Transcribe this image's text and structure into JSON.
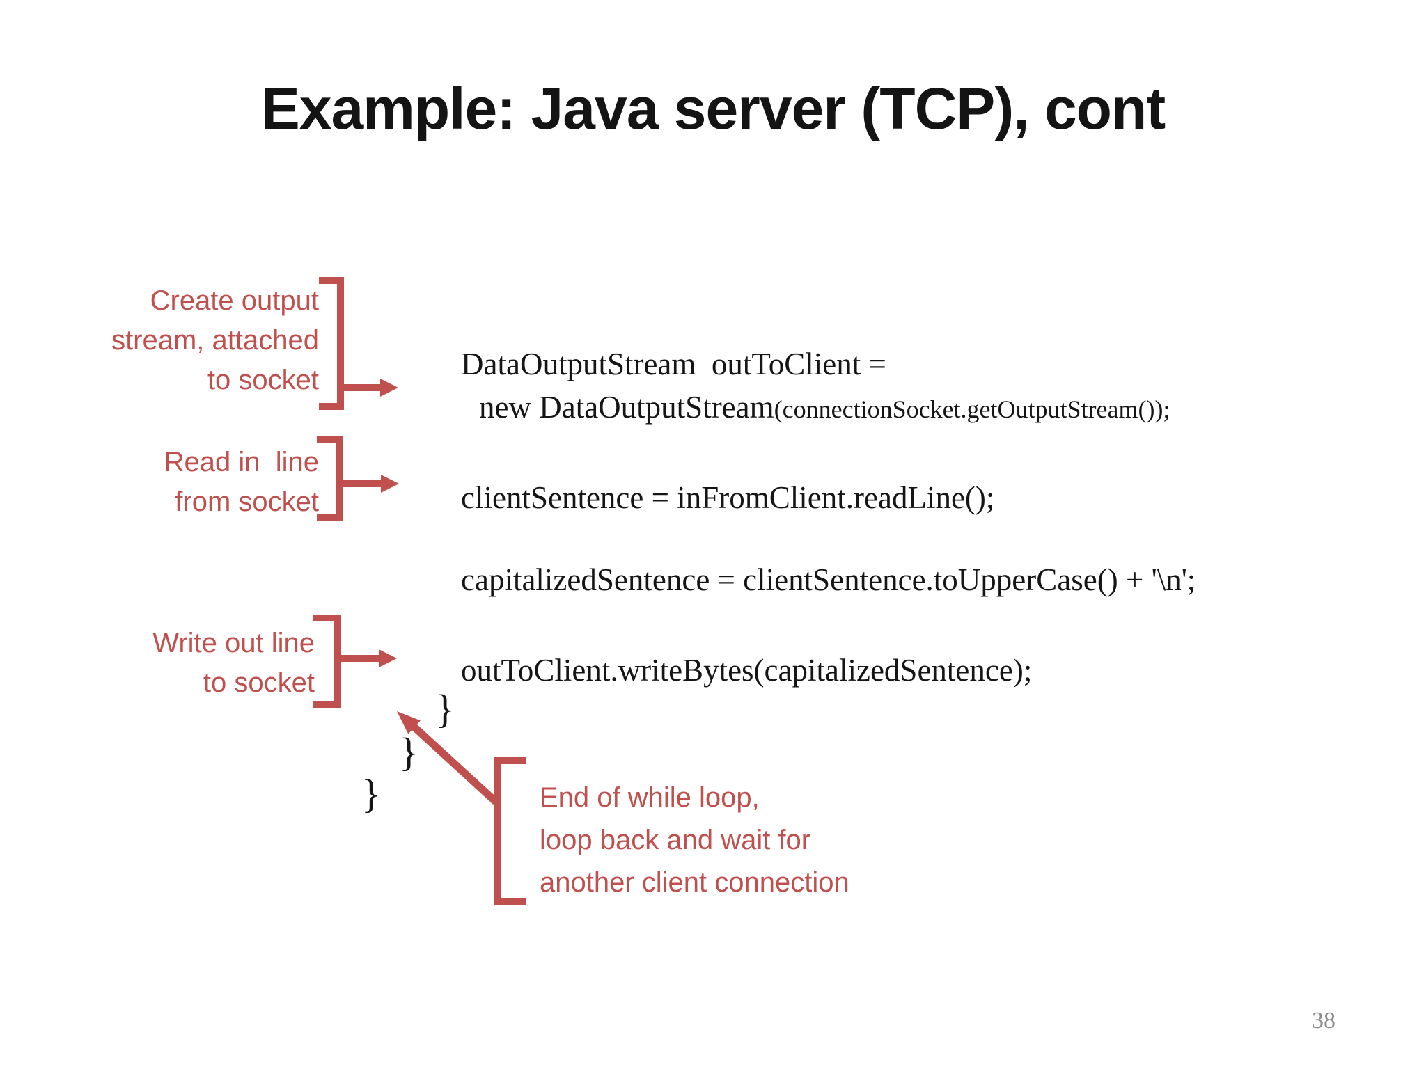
{
  "title": "Example: Java server (TCP), cont",
  "page_number": "38",
  "colors": {
    "annotation_red": "#c0504d",
    "code_text": "#151515",
    "page_number_gray": "#8c8c8c"
  },
  "code": {
    "line1": "DataOutputStream  outToClient =",
    "line2_main": "new DataOutputStream",
    "line2_small": "(connectionSocket.getOutputStream());",
    "line3": "clientSentence = inFromClient.readLine();",
    "line4": "capitalizedSentence = clientSentence.toUpperCase() + '\\n';",
    "line5": "outToClient.writeBytes(capitalizedSentence);",
    "closing_brace": "}"
  },
  "annotations": {
    "create_output_stream": "Create output\nstream, attached\nto socket",
    "read_in_line": "Read in  line\nfrom socket",
    "write_out_line": "Write out line\nto socket",
    "end_of_while": "End of while loop,\nloop back and wait for\nanother client connection"
  }
}
